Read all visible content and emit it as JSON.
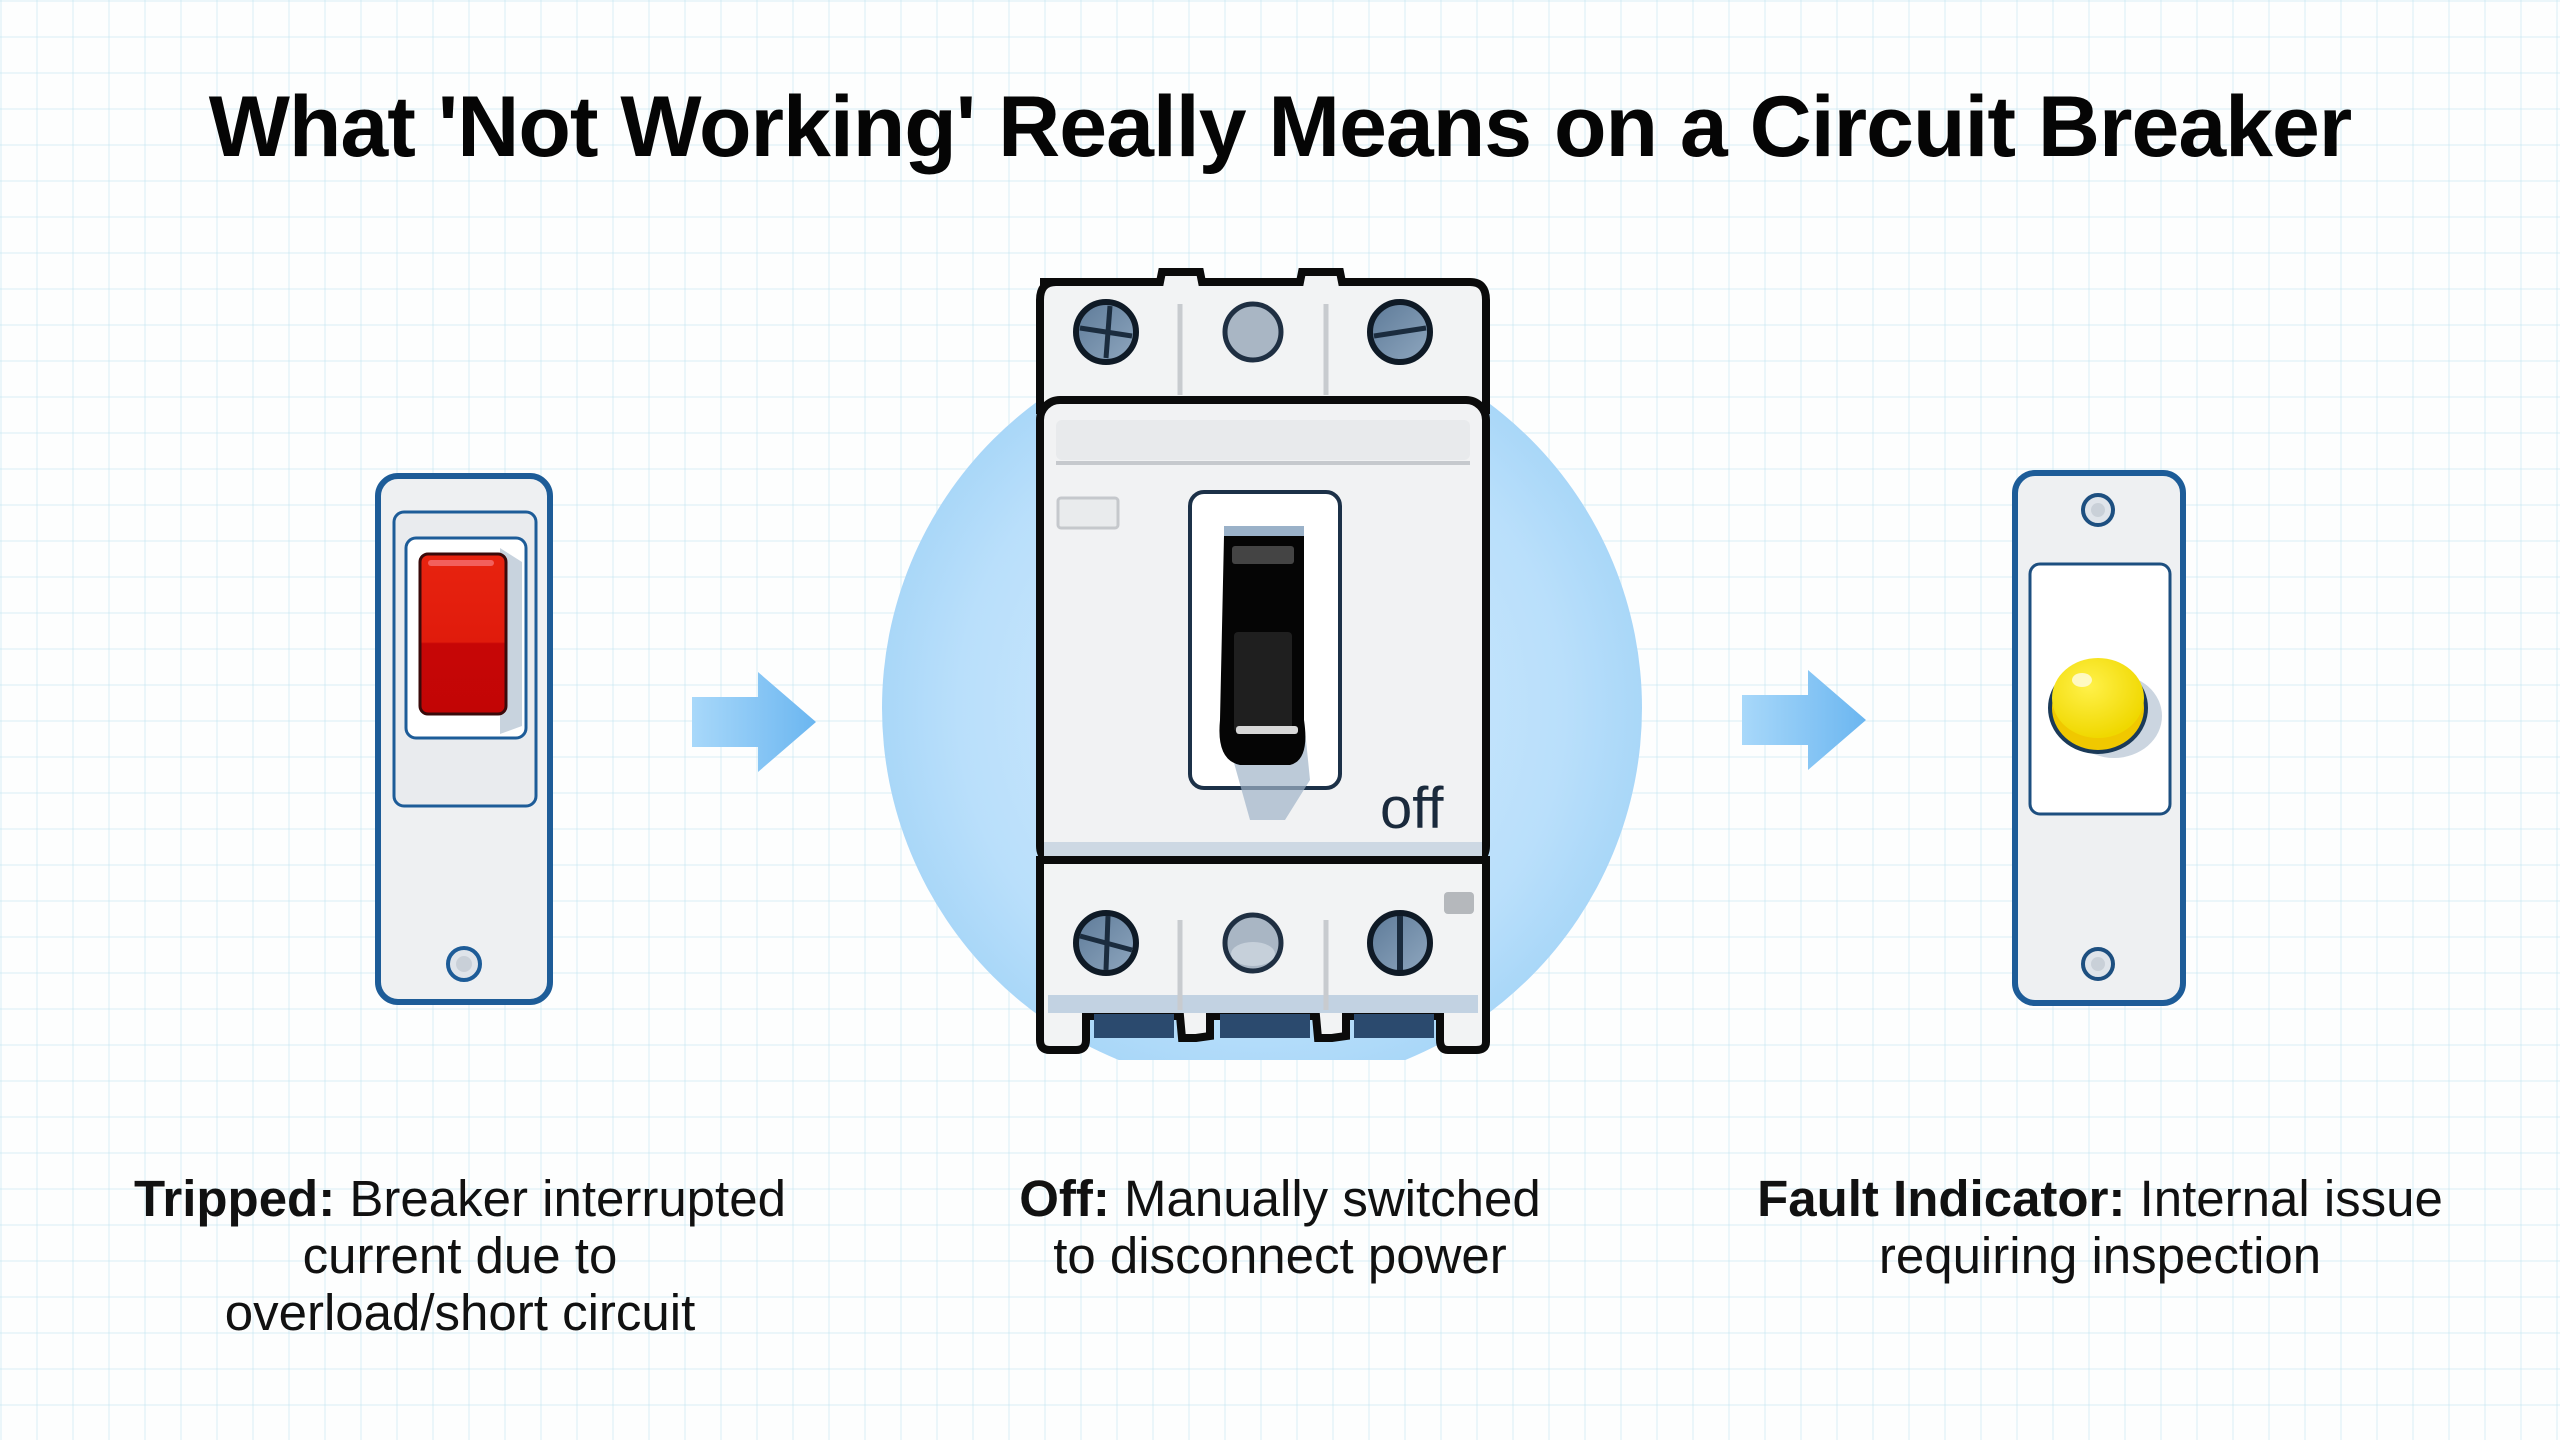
{
  "title": "What 'Not Working' Really Means on a Circuit Breaker",
  "states": [
    {
      "id": "tripped",
      "label": "Tripped:",
      "description_lines": [
        "Breaker interrupted",
        "current due to",
        "overload/short circuit"
      ],
      "icon": "tripped-breaker-red-switch",
      "accent_color": "#d9140e"
    },
    {
      "id": "off",
      "label": "Off:",
      "description_lines": [
        "Manually switched",
        "to disconnect power"
      ],
      "icon": "three-pole-breaker-off",
      "handle_text": "off",
      "accent_color": "#1a1a1a"
    },
    {
      "id": "fault",
      "label": "Fault Indicator:",
      "description_lines": [
        "Internal issue",
        "requiring inspection"
      ],
      "icon": "fault-indicator-yellow-button",
      "accent_color": "#f2e20a"
    }
  ],
  "arrows": [
    "arrow-right",
    "arrow-right"
  ],
  "colors": {
    "outline_blue": "#1d5c98",
    "arrow_blue": "#8ccaf5",
    "halo_blue": "#bfe2fb",
    "panel_gray": "#eef0f2"
  }
}
